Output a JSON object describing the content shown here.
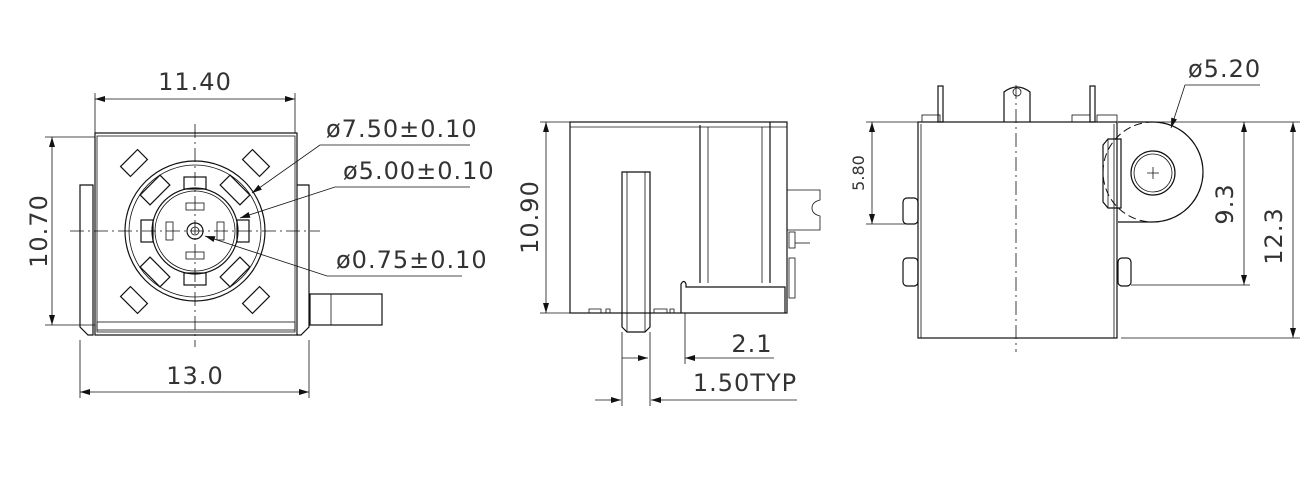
{
  "front_view": {
    "width_top": "11.40",
    "height_left": "10.70",
    "width_bottom": "13.0",
    "outer_diameter": "ø7.50±0.10",
    "inner_diameter": "ø5.00±0.10",
    "pin_diameter": "ø0.75±0.10"
  },
  "side_view": {
    "height": "10.90",
    "offset": "2.1",
    "pin_width": "1.50TYP"
  },
  "rear_view": {
    "pin_offset": "5.80",
    "boss_diameter": "ø5.20",
    "boss_height": "9.3",
    "total_height": "12.3"
  }
}
